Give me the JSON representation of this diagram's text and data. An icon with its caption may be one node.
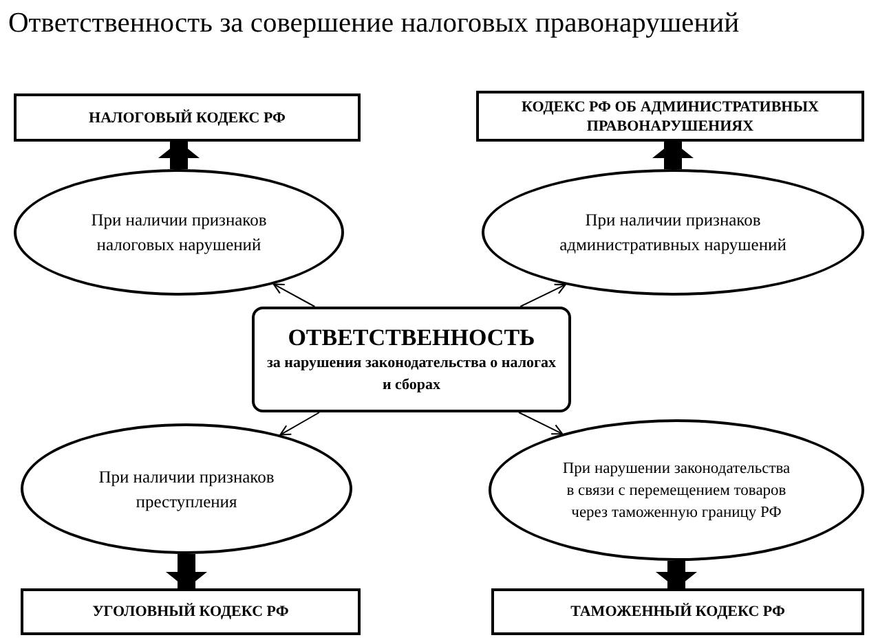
{
  "diagram": {
    "title": "Ответственность за совершение налоговых правонарушений",
    "nodes": [
      {
        "text": [
          "НАЛОГОВЫЙ КОДЕКС РФ"
        ]
      },
      {
        "text": [
          "КОДЕКС РФ ОБ АДМИНИСТРАТИВНЫХ ПРАВОНАРУШЕНИЯХ"
        ]
      },
      {
        "text": [
          "При наличии признаков налоговых нарушений"
        ]
      },
      {
        "text": [
          "При наличии признаков административных нарушений"
        ]
      },
      {
        "text": [
          "ОТВЕТСТВЕННОСТЬ",
          "за нарушения законодательства о налогах и сборах"
        ]
      },
      {
        "text": [
          "При наличии признаков преступления"
        ]
      },
      {
        "text": [
          "При нарушении законодательства в связи с перемещением товаров через таможенную границу РФ"
        ]
      },
      {
        "text": [
          "УГОЛОВНЫЙ КОДЕКС РФ"
        ]
      },
      {
        "text": [
          "ТАМОЖЕННЫЙ КОДЕКС РФ"
        ]
      }
    ],
    "edges": [
      {
        "from": 4,
        "to": 2,
        "arrow": "to"
      },
      {
        "from": 4,
        "to": 3,
        "arrow": "to"
      },
      {
        "from": 4,
        "to": 5,
        "arrow": "to"
      },
      {
        "from": 4,
        "to": 6,
        "arrow": "to"
      },
      {
        "from": 2,
        "to": 0,
        "arrow": "to",
        "style": "thick"
      },
      {
        "from": 3,
        "to": 1,
        "arrow": "to",
        "style": "thick"
      },
      {
        "from": 5,
        "to": 7,
        "arrow": "to",
        "style": "thick"
      },
      {
        "from": 6,
        "to": 8,
        "arrow": "to",
        "style": "thick"
      }
    ]
  }
}
